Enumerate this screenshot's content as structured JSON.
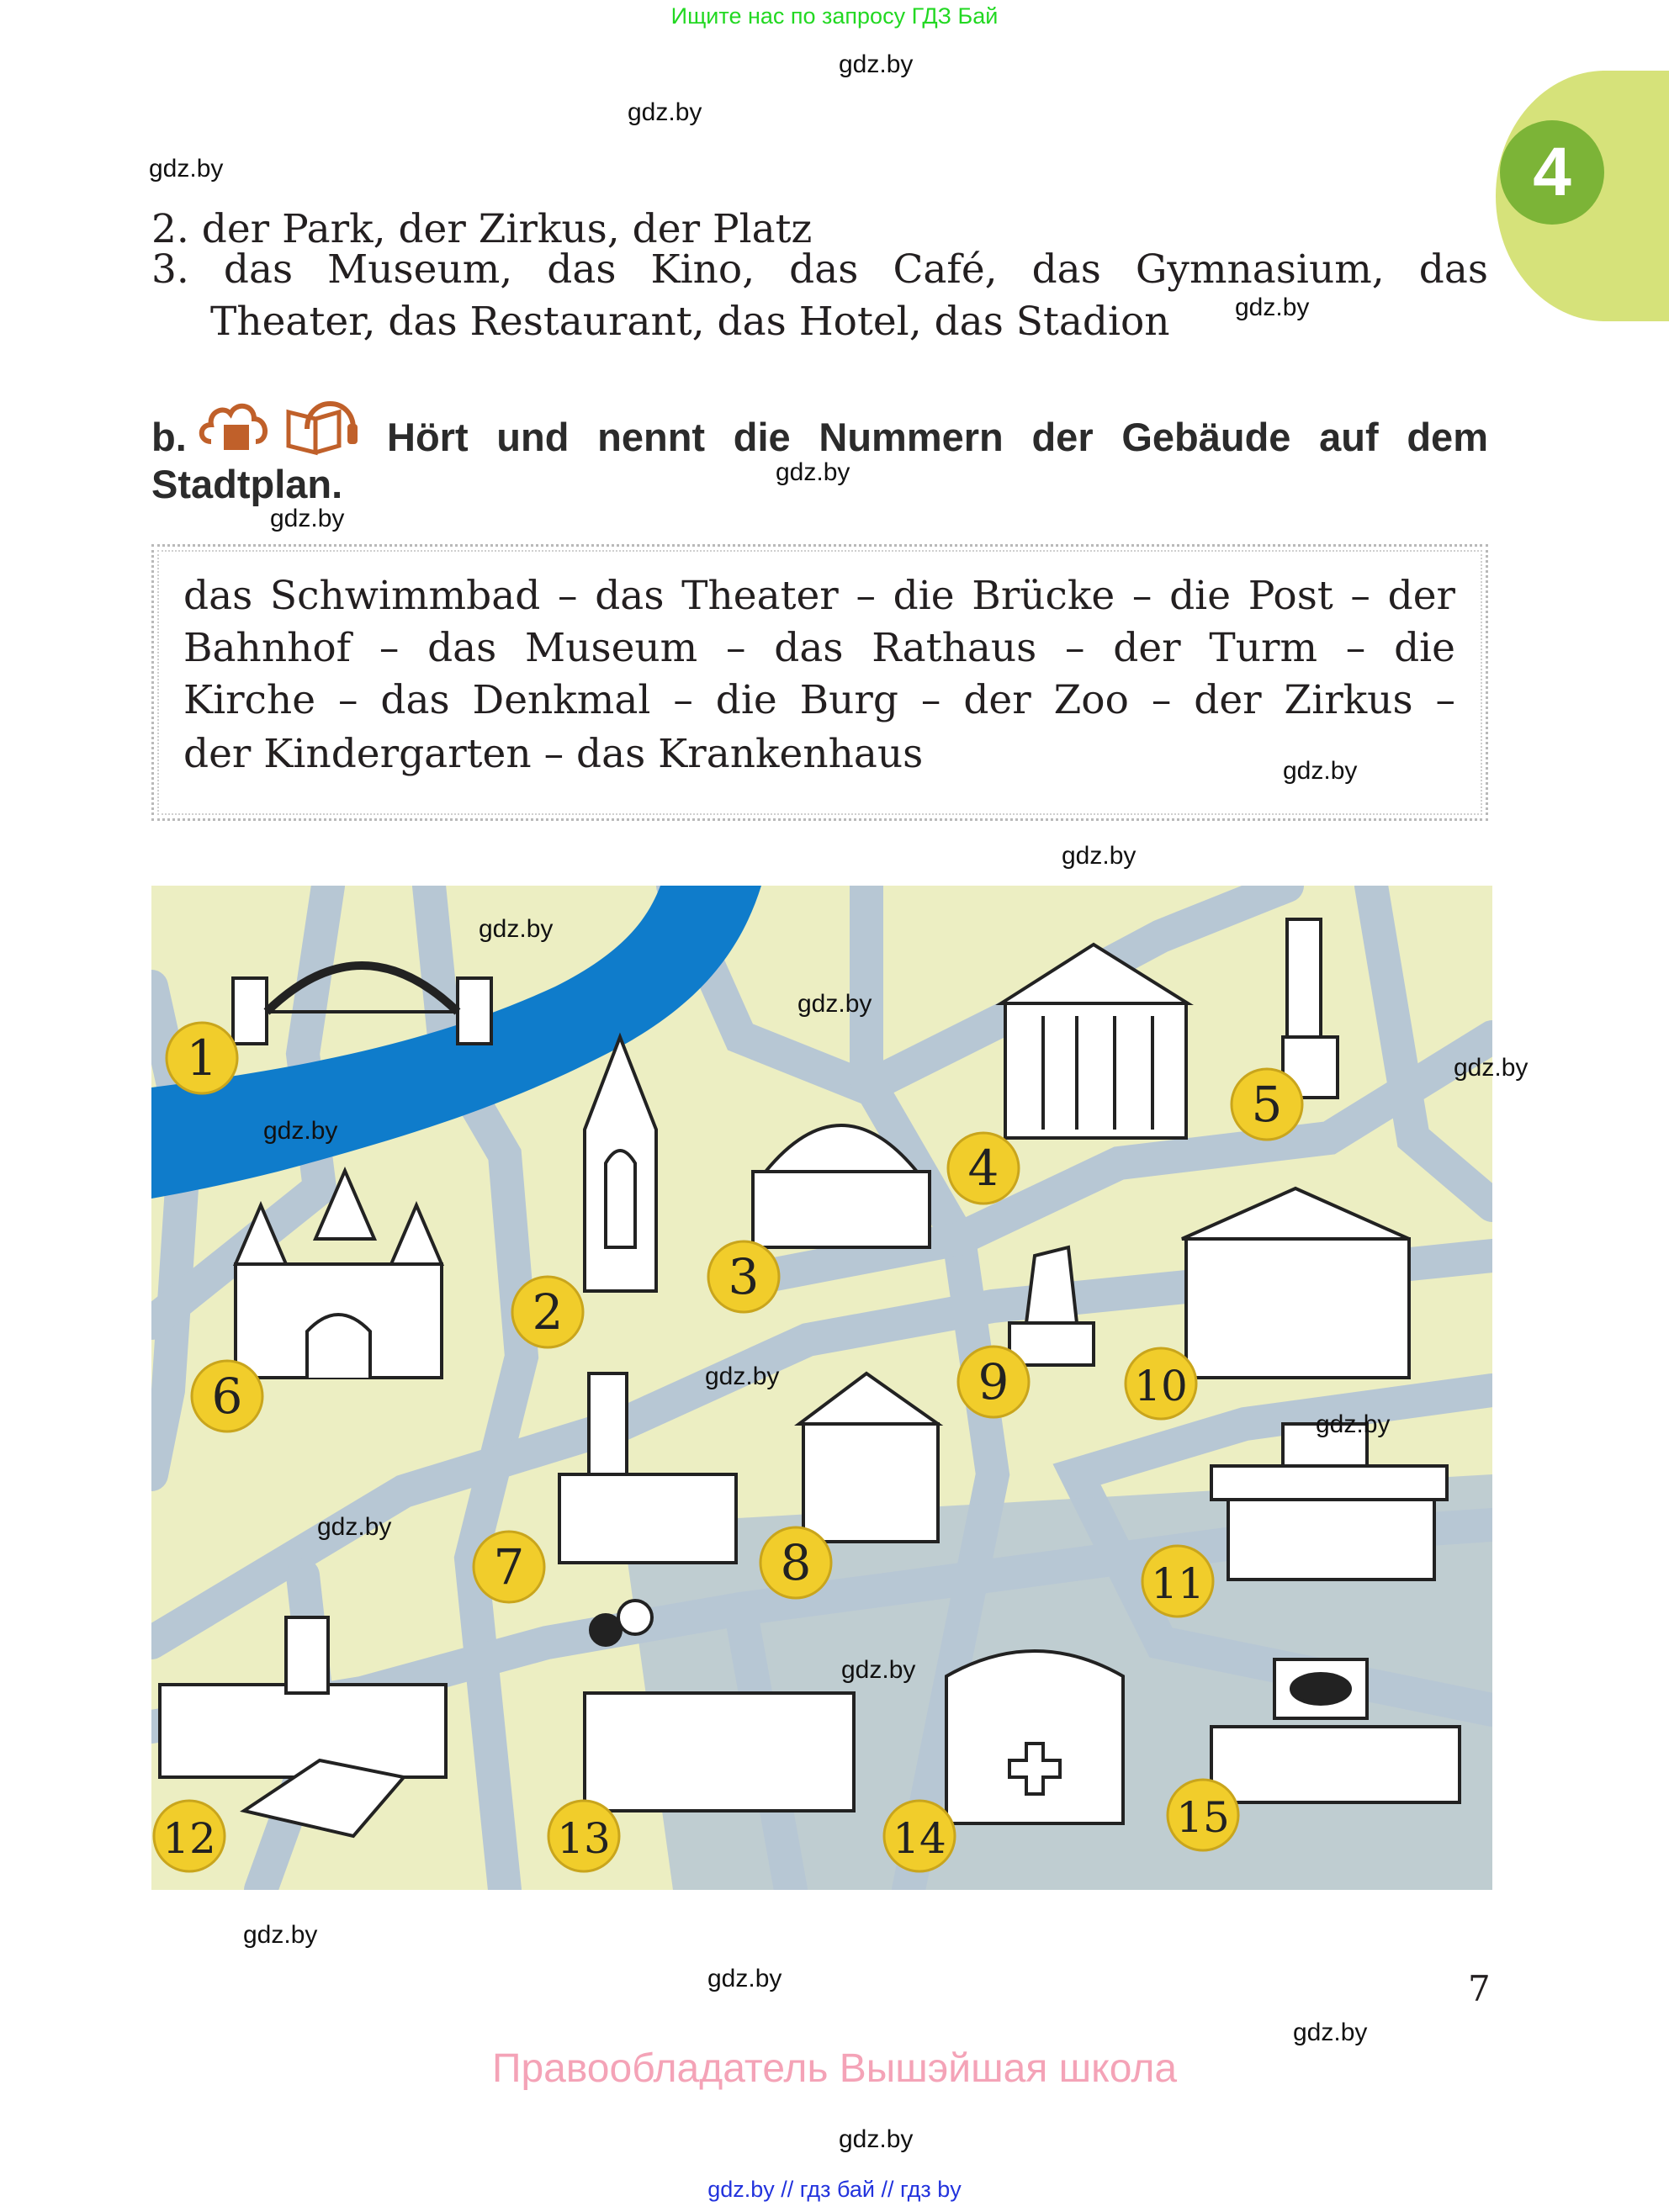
{
  "top_banner": "Ищите нас по запросу ГДЗ Бай",
  "watermark": "gdz.by",
  "unit_number": "4",
  "list": {
    "line2": "2. der Park, der Zirkus, der Platz",
    "line3a": "3. das Museum, das Kino, das Café, das Gymnasium, das",
    "line3b": "Theater, das Restaurant, das Hotel, das Stadion"
  },
  "task": {
    "letter": "b.",
    "icons": [
      "cloud-folder-icon",
      "book-headphones-icon"
    ],
    "line1": "Hört und nennt die Nummern der Gebäude auf dem",
    "line2": "Stadtplan."
  },
  "word_box": {
    "lines": [
      "das Schwimmbad – das Theater – die Brücke – die Post – der",
      "Bahnhof – das Museum – das Rathaus – der Turm – die",
      "Kirche – das Denkmal – die Burg – der Zoo – der Zirkus –",
      "der Kindergarten – das Krankenhaus"
    ]
  },
  "map": {
    "labels": [
      "1",
      "2",
      "3",
      "4",
      "5",
      "6",
      "7",
      "8",
      "9",
      "10",
      "11",
      "12",
      "13",
      "14",
      "15"
    ],
    "colors": {
      "land": "#eceec2",
      "road": "#b7c7d4",
      "river": "#0f7ccb",
      "badge": "#f1cd2b"
    }
  },
  "page_number": "7",
  "copyright": "Правообладатель Вышэйшая школа",
  "bottom_links": "gdz.by  //  гдз бай  //  гдз by"
}
